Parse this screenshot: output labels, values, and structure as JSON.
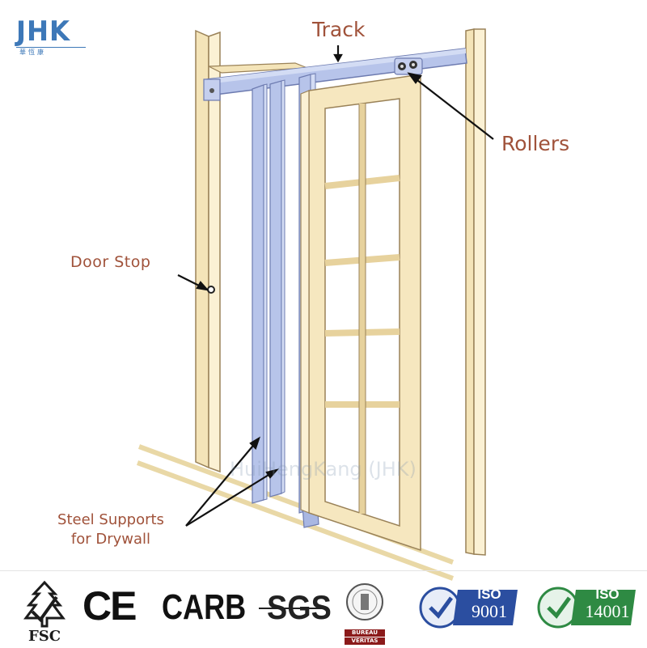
{
  "brand": {
    "logo_text": "JHK",
    "logo_subtext": "華恆康"
  },
  "callouts": {
    "track": "Track",
    "rollers": "Rollers",
    "door_stop": "Door Stop",
    "steel_supports_line1": "Steel Supports",
    "steel_supports_line2": "for Drywall"
  },
  "watermark": "HuiHengKang (JHK)",
  "certifications": {
    "fsc": "FSC",
    "ce": "CE",
    "carb": "CARB",
    "sgs": "SGS",
    "bureau_veritas_line1": "BUREAU",
    "bureau_veritas_line2": "VERITAS",
    "iso_9001_word": "ISO",
    "iso_9001_number": "9001",
    "iso_14001_word": "ISO",
    "iso_14001_number": "14001"
  },
  "colors": {
    "brand_blue": "#3d78b8",
    "label_brown": "#a0523a",
    "frame_wood": "#f4e4b8",
    "steel_blue": "#b7c4ea",
    "iso_9001_blue": "#2b4ea0",
    "iso_14001_green": "#2e8a43"
  }
}
